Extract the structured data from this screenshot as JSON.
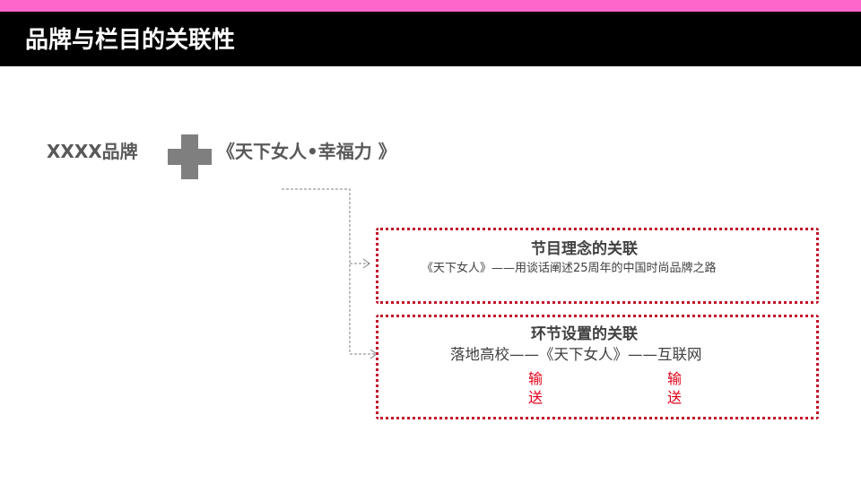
{
  "header": {
    "title": "品牌与栏目的关联性"
  },
  "brand": {
    "label": "XXXX品牌",
    "plus_icon": "plus-icon"
  },
  "program": {
    "label": "《天下女人•幸福力 》"
  },
  "section1": {
    "title": "节目理念的关联",
    "text": "《天下女人》——用谈话阐述25周年的中国时尚品牌之路"
  },
  "section2": {
    "title": "环节设置的关联",
    "text": "落地高校——《天下女人》——互联网",
    "labels": [
      "输",
      "送",
      "输",
      "送"
    ]
  },
  "colors": {
    "accent_strip": "#ff66cc",
    "title_bar": "#000000",
    "box_border": "#c0142a",
    "label_red": "#e0001a",
    "text_gray": "#595959"
  }
}
